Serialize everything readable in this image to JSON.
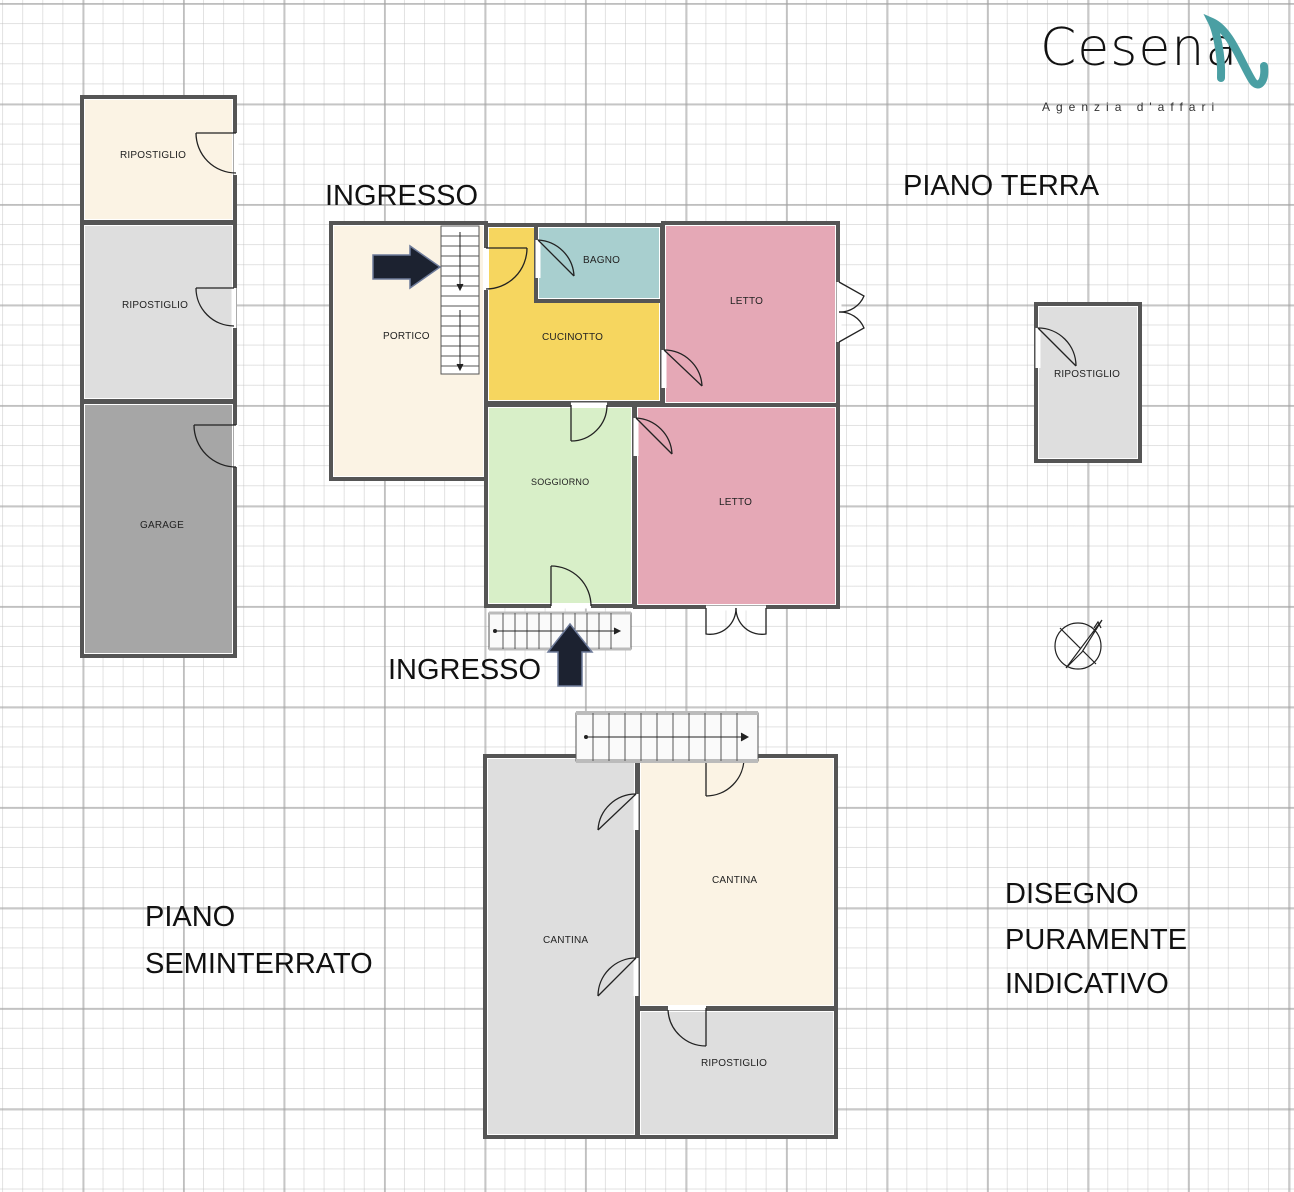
{
  "brand": {
    "name": "Cesena",
    "tagline": "Agenzia d'affari",
    "accent": "#4a9fa3"
  },
  "labels": {
    "ingresso_top": "INGRESSO",
    "ingresso_bottom": "INGRESSO",
    "piano_terra": "PIANO TERRA",
    "piano_seminterrato_line1": "PIANO",
    "piano_seminterrato_line2": "SEMINTERRATO",
    "disclaimer_line1": "DISEGNO",
    "disclaimer_line2": "PURAMENTE",
    "disclaimer_line3": "INDICATIVO"
  },
  "rooms": {
    "ripostiglio_1": "RIPOSTIGLIO",
    "ripostiglio_2": "RIPOSTIGLIO",
    "garage": "GARAGE",
    "portico": "PORTICO",
    "bagno": "BAGNO",
    "cucinotto": "CUCINOTTO",
    "letto_1": "LETTO",
    "soggiorno": "SOGGIORNO",
    "letto_2": "LETTO",
    "ripostiglio_3": "RIPOSTIGLIO",
    "cantina_1": "CANTINA",
    "cantina_2": "CANTINA",
    "ripostiglio_4": "RIPOSTIGLIO"
  },
  "colors": {
    "cream": "#fbf3e4",
    "light_grey": "#dedede",
    "dark_grey": "#a6a6a6",
    "yellow": "#f6d65f",
    "teal": "#a8cfcf",
    "pink": "#e5a8b6",
    "green": "#d8efc8",
    "wall": "#555555"
  },
  "icons": [
    "arrow-right-icon",
    "arrow-up-icon",
    "compass-icon",
    "stairs-icon",
    "door-icon"
  ]
}
